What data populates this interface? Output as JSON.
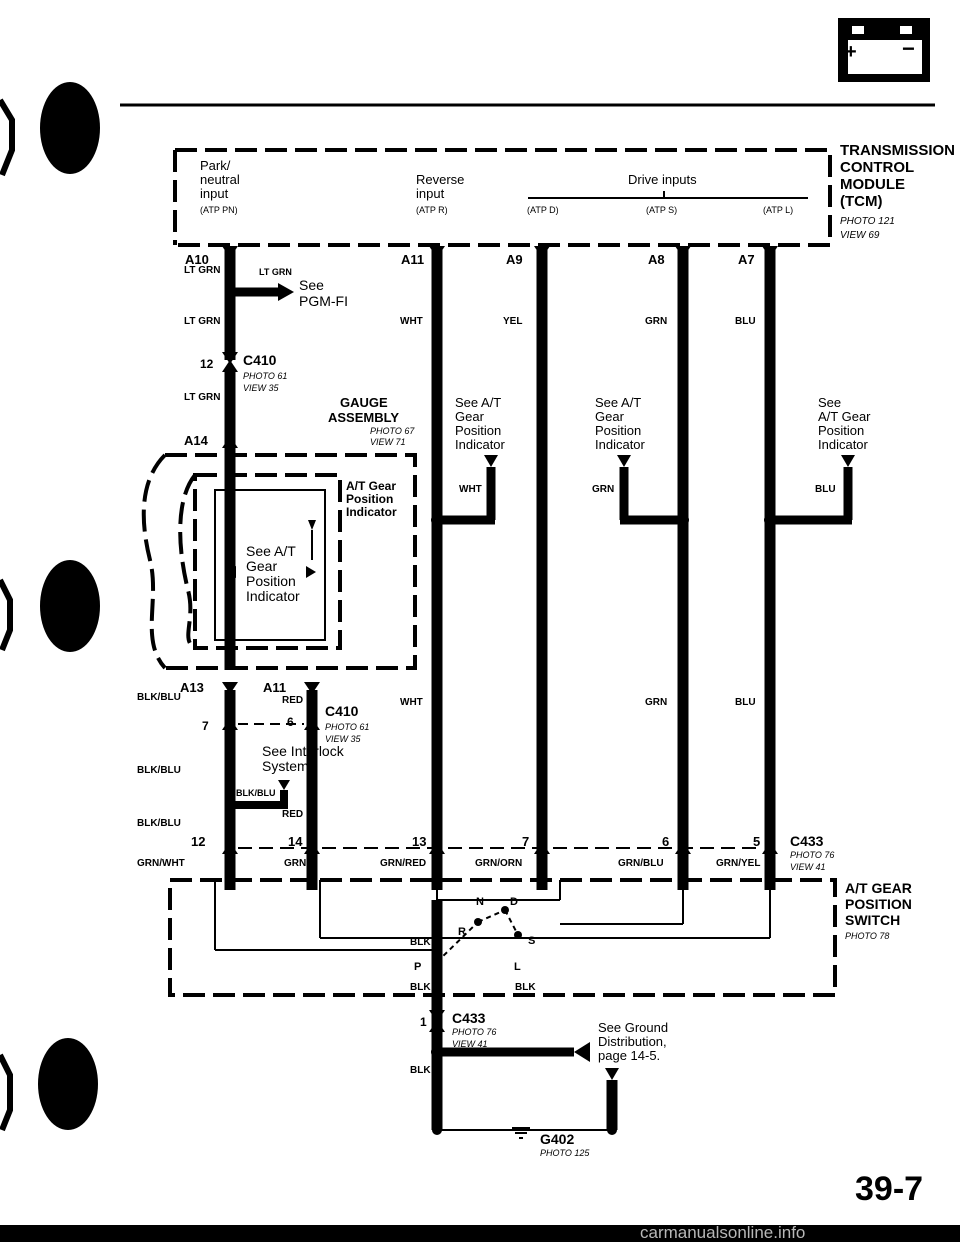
{
  "tcm": {
    "title_lines": [
      "TRANSMISSION",
      "CONTROL",
      "MODULE",
      "(TCM)"
    ],
    "photo": "PHOTO 121",
    "view": "VIEW 69",
    "park_neutral": [
      "Park/",
      "neutral",
      "input",
      "(ATP PN)"
    ],
    "reverse": [
      "Reverse",
      "input",
      "(ATP R)"
    ],
    "drive_inputs": "Drive inputs",
    "atp_d": "(ATP D)",
    "atp_s": "(ATP S)",
    "atp_l": "(ATP L)"
  },
  "pins": {
    "a10": "A10",
    "a11": "A11",
    "a9": "A9",
    "a8": "A8",
    "a7": "A7",
    "a14": "A14",
    "a13": "A13",
    "a11b": "A11"
  },
  "wires": {
    "lt_grn": "LT GRN",
    "wht": "WHT",
    "yel": "YEL",
    "grn": "GRN",
    "blu": "BLU",
    "blk_blu": "BLK/BLU",
    "red": "RED",
    "grn_wht": "GRN/WHT",
    "grn_red": "GRN/RED",
    "grn_orn": "GRN/ORN",
    "grn_blu": "GRN/BLU",
    "grn_yel": "GRN/YEL",
    "blk": "BLK"
  },
  "refs": {
    "see_pgm": [
      "See",
      "PGM-FI"
    ],
    "see_atp_gear": [
      "See A/T",
      "Gear",
      "Position",
      "Indicator"
    ],
    "see_atp_gear_blu": [
      "See",
      "A/T Gear",
      "Position",
      "Indicator"
    ],
    "see_interlock": [
      "See Interlock",
      "System"
    ],
    "see_ground": [
      "See Ground",
      "Distribution,",
      "page 14-5."
    ]
  },
  "connectors": {
    "c410": "C410",
    "c410_photo": "PHOTO 61",
    "c410_view": "VIEW 35",
    "c433": "C433",
    "c433_photo": "PHOTO 76",
    "c433_view": "VIEW 41",
    "g402": "G402",
    "g402_photo": "PHOTO 125"
  },
  "gauge": {
    "title": [
      "GAUGE",
      "ASSEMBLY"
    ],
    "photo": "PHOTO 67",
    "view": "VIEW 71",
    "indicator": [
      "A/T Gear",
      "Position",
      "Indicator"
    ],
    "inner_ref": [
      "See A/T",
      "Gear",
      "Position",
      "Indicator"
    ]
  },
  "switch": {
    "title": [
      "A/T GEAR",
      "POSITION",
      "SWITCH"
    ],
    "photo": "PHOTO 78",
    "positions": [
      "N",
      "D",
      "R",
      "S",
      "P",
      "L"
    ]
  },
  "pin_numbers": {
    "c410_12": "12",
    "c410_7": "7",
    "c410_6": "6",
    "c433_12": "12",
    "c433_14": "14",
    "c433_13": "13",
    "c433_7": "7",
    "c433_6": "6",
    "c433_5": "5",
    "c433_1": "1"
  },
  "page_number": "39-7",
  "watermark": "carmanualsonline.info"
}
